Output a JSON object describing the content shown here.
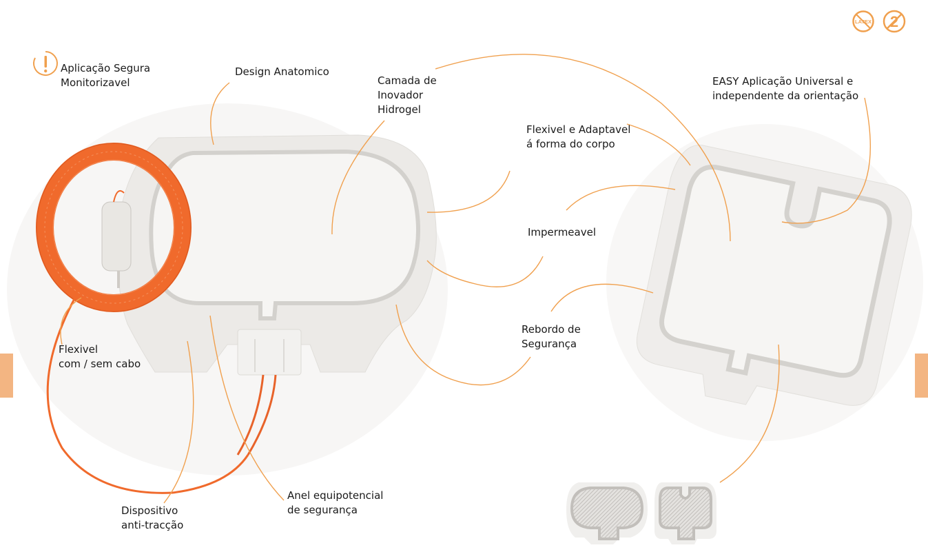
{
  "labels": {
    "safe_application": "Aplicação Segura\nMonitorizavel",
    "anatomic_design": "Design Anatomico",
    "hydrogel_layer": "Camada de\nInovador\nHidrogel",
    "flexible_adaptable": "Flexivel e Adaptavel\ná forma do corpo",
    "easy_application": "EASY Aplicação Universal e\nindependente da orientação",
    "waterproof": "Impermeavel",
    "safety_border": "Rebordo de\nSegurança",
    "flexible_cable": "Flexivel\ncom / sem cabo",
    "anti_traction": "Dispositivo\nanti-tracção",
    "equipotential_ring": "Anel equipotencial\nde segurança"
  },
  "badges": {
    "latex_free_text": "LATEX",
    "single_use_text": "2"
  },
  "colors": {
    "accent": "#f0a04e",
    "cable": "#f06a2c",
    "pad_outer": "#ebe9e6",
    "pad_inner": "#f5f4f2",
    "pad_ring": "#d6d4d1",
    "tab": "#f3b582"
  },
  "icons": [
    "warning-icon",
    "latex-free-icon",
    "single-use-icon"
  ]
}
